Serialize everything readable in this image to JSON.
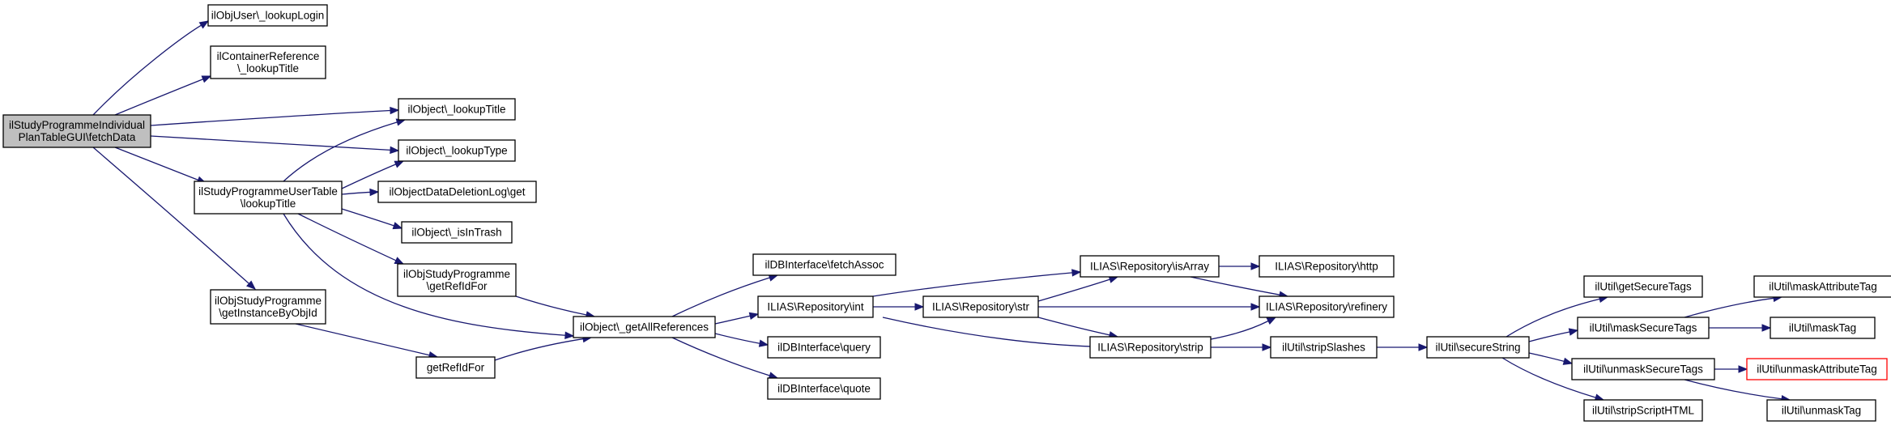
{
  "nodes": {
    "fetchData": [
      "ilStudyProgrammeIndividual",
      "PlanTableGUI\\fetchData"
    ],
    "lookupLogin": [
      "ilObjUser\\_lookupLogin"
    ],
    "containerLookupTitle": [
      "ilContainerReference",
      "\\_lookupTitle"
    ],
    "objLookupTitle": [
      "ilObject\\_lookupTitle"
    ],
    "objLookupType": [
      "ilObject\\_lookupType"
    ],
    "userTableLookupTitle": [
      "ilStudyProgrammeUserTable",
      "\\lookupTitle"
    ],
    "deletionLogGet": [
      "ilObjectDataDeletionLog\\get"
    ],
    "isInTrash": [
      "ilObject\\_isInTrash"
    ],
    "getRefIdForClass": [
      "ilObjStudyProgramme",
      "\\getRefIdFor"
    ],
    "getInstanceByObjId": [
      "ilObjStudyProgramme",
      "\\getInstanceByObjId"
    ],
    "getRefIdFor": [
      "getRefIdFor"
    ],
    "getAllReferences": [
      "ilObject\\_getAllReferences"
    ],
    "fetchAssoc": [
      "ilDBInterface\\fetchAssoc"
    ],
    "repoInt": [
      "ILIAS\\Repository\\int"
    ],
    "dbQuery": [
      "ilDBInterface\\query"
    ],
    "dbQuote": [
      "ilDBInterface\\quote"
    ],
    "repoStr": [
      "ILIAS\\Repository\\str"
    ],
    "repoIsArray": [
      "ILIAS\\Repository\\isArray"
    ],
    "repoStrip": [
      "ILIAS\\Repository\\strip"
    ],
    "repoHttp": [
      "ILIAS\\Repository\\http"
    ],
    "repoRefinery": [
      "ILIAS\\Repository\\refinery"
    ],
    "stripSlashes": [
      "ilUtil\\stripSlashes"
    ],
    "secureString": [
      "ilUtil\\secureString"
    ],
    "getSecureTags": [
      "ilUtil\\getSecureTags"
    ],
    "maskSecureTags": [
      "ilUtil\\maskSecureTags"
    ],
    "unmaskSecureTags": [
      "ilUtil\\unmaskSecureTags"
    ],
    "stripScriptHTML": [
      "ilUtil\\stripScriptHTML"
    ],
    "maskAttributeTag": [
      "ilUtil\\maskAttributeTag"
    ],
    "maskTag": [
      "ilUtil\\maskTag"
    ],
    "unmaskAttributeTag": [
      "ilUtil\\unmaskAttributeTag"
    ],
    "unmaskTag": [
      "ilUtil\\unmaskTag"
    ]
  },
  "colors": {
    "edge": "#191970",
    "root_fill": "#bfbfbf",
    "highlight_border": "#ff0000"
  }
}
